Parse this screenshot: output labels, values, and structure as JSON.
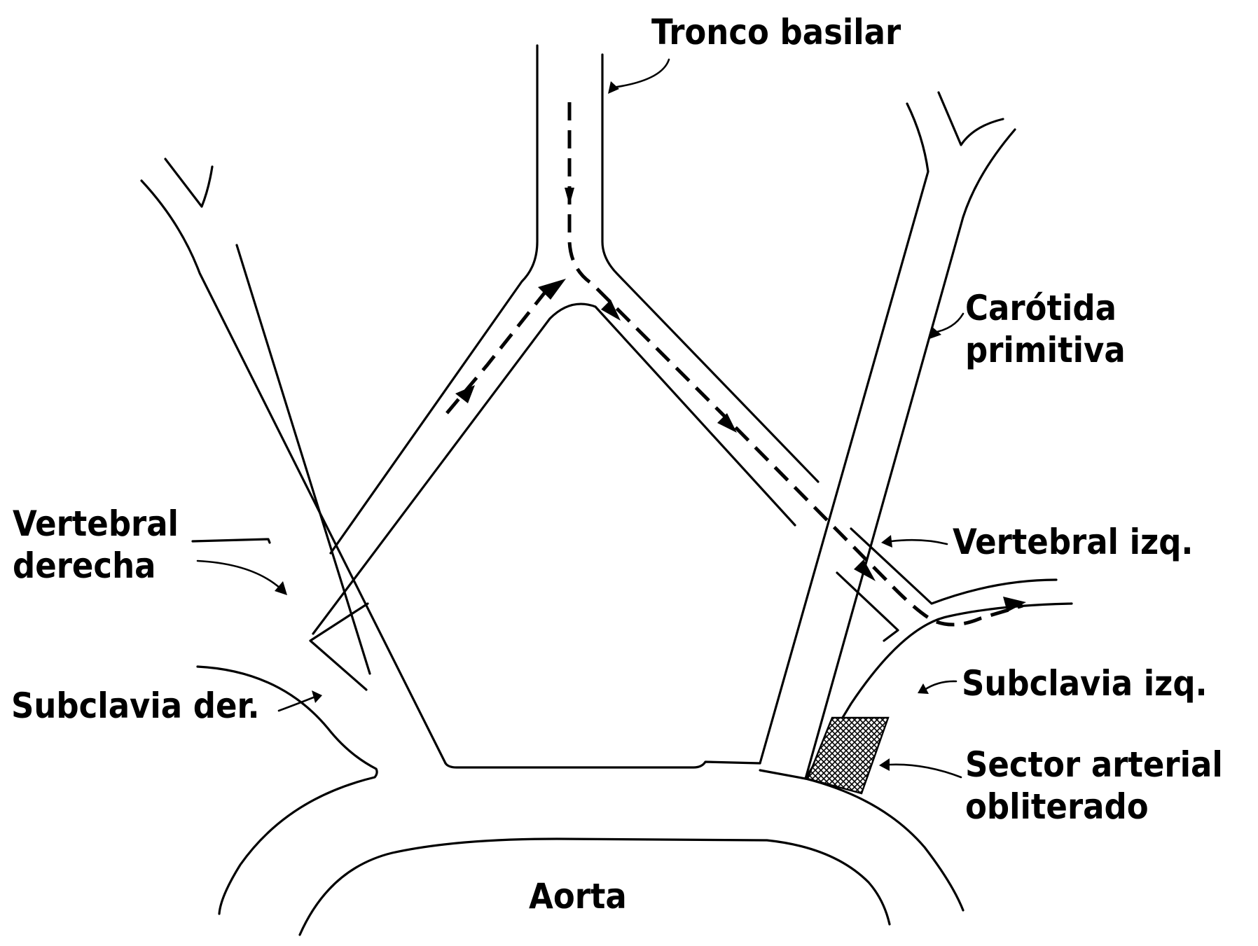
{
  "labels": {
    "tronco_basilar": "Tronco basilar",
    "carotida_l1": "Carótida",
    "carotida_l2": "primitiva",
    "vertebral_derecha_l1": "Vertebral",
    "vertebral_derecha_l2": "derecha",
    "vertebral_izq": "Vertebral izq.",
    "subclavia_der": "Subclavia der.",
    "subclavia_izq": "Subclavia izq.",
    "sector_l1": "Sector arterial",
    "sector_l2": "obliterado",
    "aorta": "Aorta"
  }
}
